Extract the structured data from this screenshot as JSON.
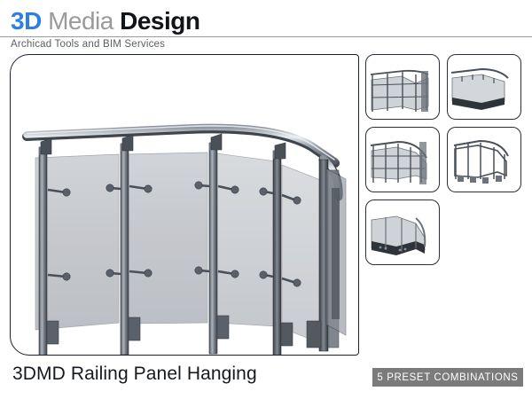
{
  "header": {
    "logo": {
      "part1": "3D",
      "part2": " Media ",
      "part3": "Design",
      "color1": "#2f7fe0",
      "color2": "#9a9a9a",
      "color3": "#111418"
    },
    "tagline": "Archicad Tools and BIM Services"
  },
  "main": {
    "product_render_alt": "3D rendering of a curved glass railing with hanging panels, stainless steel handrail and square posts"
  },
  "thumbnails": [
    {
      "label": "preset-combination-1",
      "alt": "Straight and curved railing with glass panels, front view"
    },
    {
      "label": "preset-combination-2",
      "alt": "Corner railing with glass panels and dark base, angled view"
    },
    {
      "label": "preset-combination-3",
      "alt": "Curved railing run with multiple glass panels, perspective view"
    },
    {
      "label": "preset-combination-4",
      "alt": "Railing frame without glass infill, perspective view"
    },
    {
      "label": "preset-combination-5",
      "alt": "Curved glass railing with dark bottom rail, low angle view"
    }
  ],
  "footer": {
    "caption": "3DMD Railing Panel Hanging",
    "badge": "5 PRESET COMBINATIONS",
    "badge_bg": "#7b7b7b",
    "badge_text_color": "#ffffff"
  }
}
